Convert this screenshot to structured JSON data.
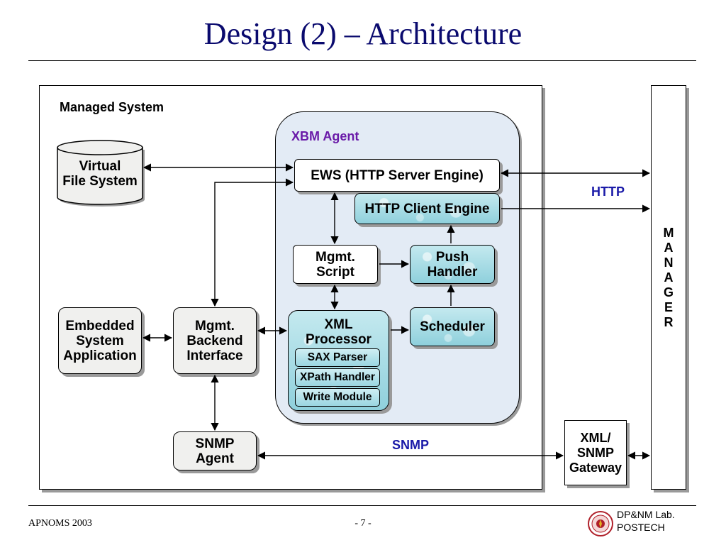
{
  "title": "Design (2) – Architecture",
  "managed_system_label": "Managed System",
  "xbm_agent_label": "XBM Agent",
  "boxes": {
    "virtual_fs": "Virtual\nFile System",
    "ews": "EWS (HTTP Server Engine)",
    "http_client": "HTTP Client Engine",
    "mgmt_script": "Mgmt.\nScript",
    "push_handler": "Push\nHandler",
    "embedded_app": "Embedded\nSystem\nApplication",
    "mgmt_backend": "Mgmt.\nBackend\nInterface",
    "xml_processor": "XML\nProcessor",
    "sax_parser": "SAX Parser",
    "xpath_handler": "XPath Handler",
    "write_module": "Write Module",
    "scheduler": "Scheduler",
    "snmp_agent": "SNMP\nAgent",
    "xml_snmp_gateway": "XML/\nSNMP\nGateway",
    "manager": "M\nA\nN\nA\nG\nE\nR"
  },
  "protocol_labels": {
    "http": "HTTP",
    "snmp": "SNMP"
  },
  "footer": {
    "left": "APNOMS 2003",
    "center": "- 7 -",
    "right_line1": "DP&NM Lab.",
    "right_line2": "POSTECH"
  },
  "colors": {
    "title": "#0a0a6e",
    "accent_purple": "#6a1aa8",
    "protocol_blue": "#1a1aa8"
  }
}
